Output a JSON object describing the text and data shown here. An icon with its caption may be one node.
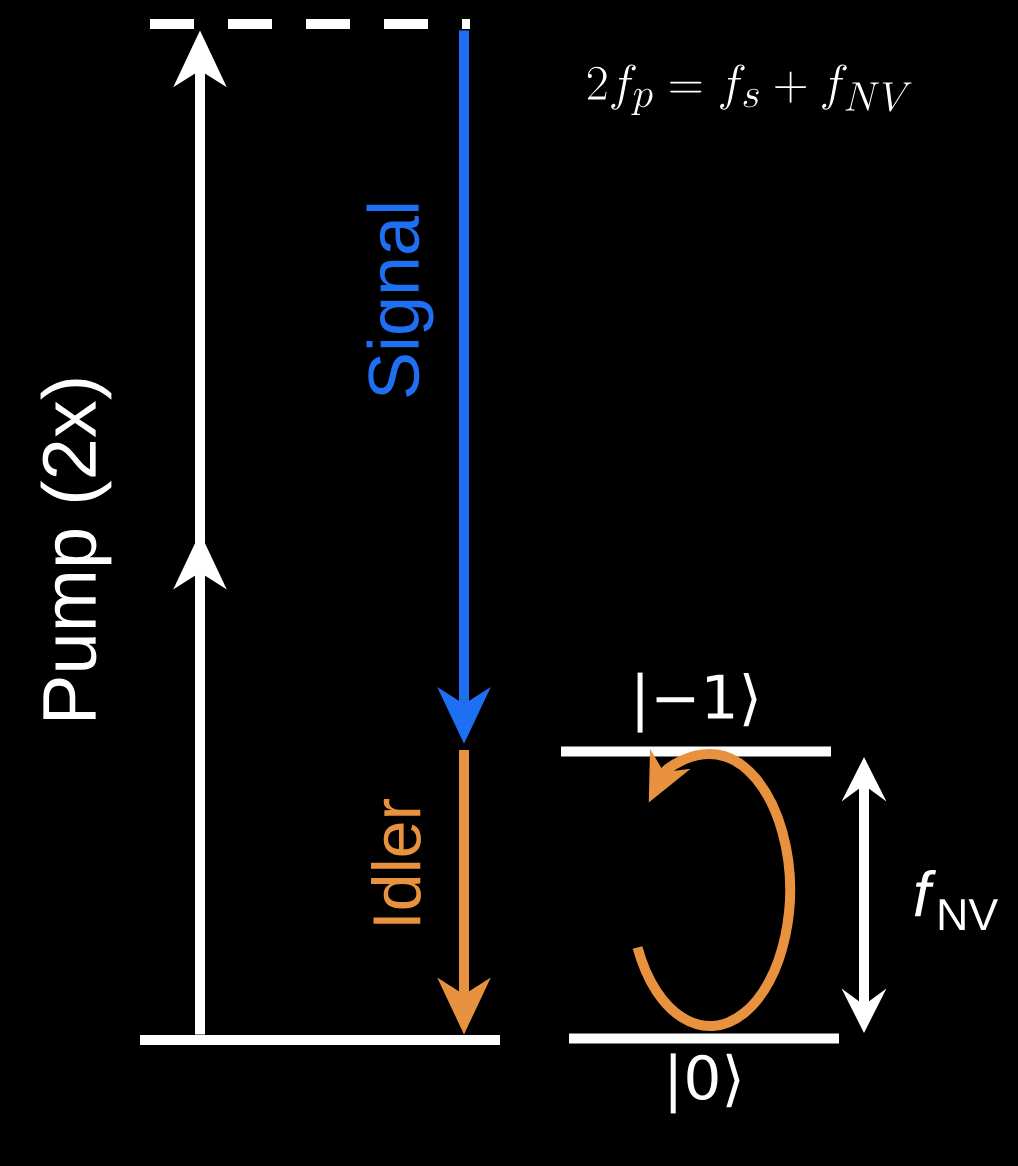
{
  "diagram": {
    "nodes": [
      {
        "text": [],
        "shape": "bar"
      },
      {
        "text": [],
        "shape": "bar"
      },
      {
        "text": [
          "|−1⟩"
        ]
      },
      {
        "text": [
          "|0⟩"
        ]
      }
    ],
    "edges": [
      {
        "from": 1,
        "to": 0,
        "arrow": "to",
        "label": "Pump (2x)"
      },
      {
        "from": 0,
        "to": null,
        "arrow": "to",
        "label": "Signal",
        "color": "#1f6ff2"
      },
      {
        "from": null,
        "to": 1,
        "arrow": "to",
        "label": "Idler",
        "color": "#e8913e"
      },
      {
        "from": 3,
        "to": 2,
        "arrow": "both",
        "label": "*f*$_{NV}$"
      }
    ],
    "labels": [
      "2f_p = f_s+f_{NV}"
    ]
  }
}
